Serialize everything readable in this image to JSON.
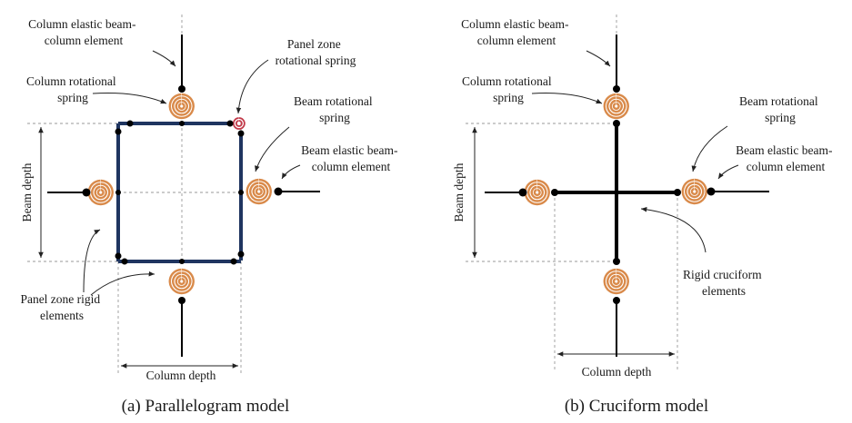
{
  "diagram": {
    "left": {
      "caption": "(a) Parallelogram model",
      "labels": {
        "column_elastic": [
          "Column elastic beam-",
          "column element"
        ],
        "column_spring": [
          "Column rotational",
          "spring"
        ],
        "panel_spring": [
          "Panel zone",
          "rotational spring"
        ],
        "beam_spring": [
          "Beam rotational",
          "spring"
        ],
        "beam_elastic": [
          "Beam elastic beam-",
          "column element"
        ],
        "beam_depth": "Beam depth",
        "panel_rigid": [
          "Panel zone rigid",
          "elements"
        ],
        "column_depth": "Column depth"
      }
    },
    "right": {
      "caption": "(b) Cruciform model",
      "labels": {
        "column_elastic": [
          "Column elastic beam-",
          "column element"
        ],
        "column_spring": [
          "Column rotational",
          "spring"
        ],
        "beam_spring": [
          "Beam rotational",
          "spring"
        ],
        "beam_elastic": [
          "Beam elastic beam-",
          "column element"
        ],
        "beam_depth": "Beam depth",
        "rigid_cruciform": [
          "Rigid cruciform",
          "elements"
        ],
        "column_depth": "Column depth"
      }
    },
    "colors": {
      "frame": "#1f3560",
      "spring": "#d98a4a",
      "panel_spring": "#c23a4a",
      "line": "#000000",
      "guide": "#9a9a9a"
    }
  }
}
